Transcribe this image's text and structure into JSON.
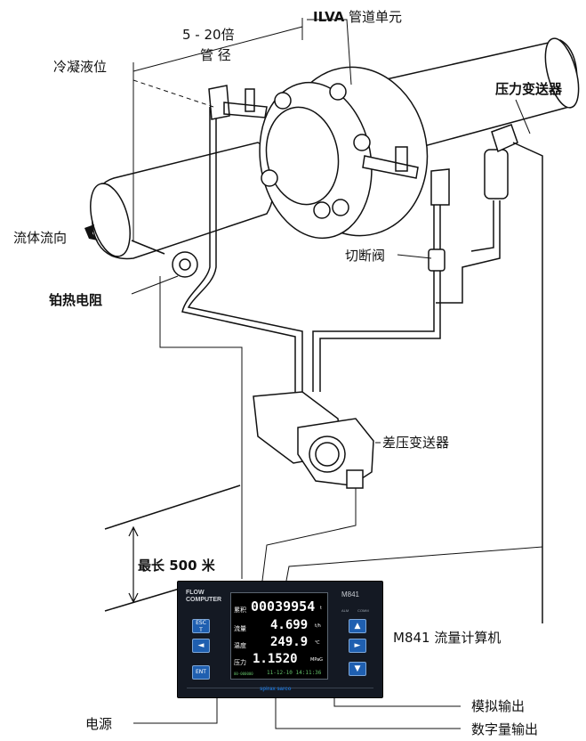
{
  "labels": {
    "spacing_line1": "5 - 20倍",
    "spacing_line2": "管  径",
    "ilva_bold": "ILVA",
    "ilva_rest": " 管道单元",
    "condensate_level": "冷凝液位",
    "pressure_transmitter": "压力变送器",
    "flow_direction": "流体流向",
    "platinum_rtd": "铂热电阻",
    "isolation_valve": "切断阀",
    "dp_transmitter": "差压变送器",
    "max_distance": "最长 500 米",
    "computer_label": "M841 流量计算机",
    "analog_output": "模拟输出",
    "power": "电源",
    "digital_output": "数字量输出"
  },
  "computer": {
    "brand_line1": "FLOW",
    "brand_line2": "COMPUTER",
    "model": "M841",
    "keys_left": [
      "ESC",
      "◄",
      "ENT"
    ],
    "key_esc_sub": "T",
    "keys_right": [
      "▲",
      "►",
      "▼"
    ],
    "key_top_left": "ALM",
    "key_top_right": "COMM",
    "screen": {
      "rows": [
        {
          "label": "累积",
          "value": "00039954",
          "unit": "t"
        },
        {
          "label": "流量",
          "value": "4.699",
          "unit": "t/h"
        },
        {
          "label": "温度",
          "value": "249.9",
          "unit": "℃"
        },
        {
          "label": "压力",
          "value": "1.1520",
          "unit": "MPaG"
        }
      ],
      "status": "00-000000",
      "datetime": "11-12-10 14:11:36"
    },
    "footer_brand": "spirax sarco"
  },
  "icons": [
    "flow-direction-arrow-icon"
  ]
}
